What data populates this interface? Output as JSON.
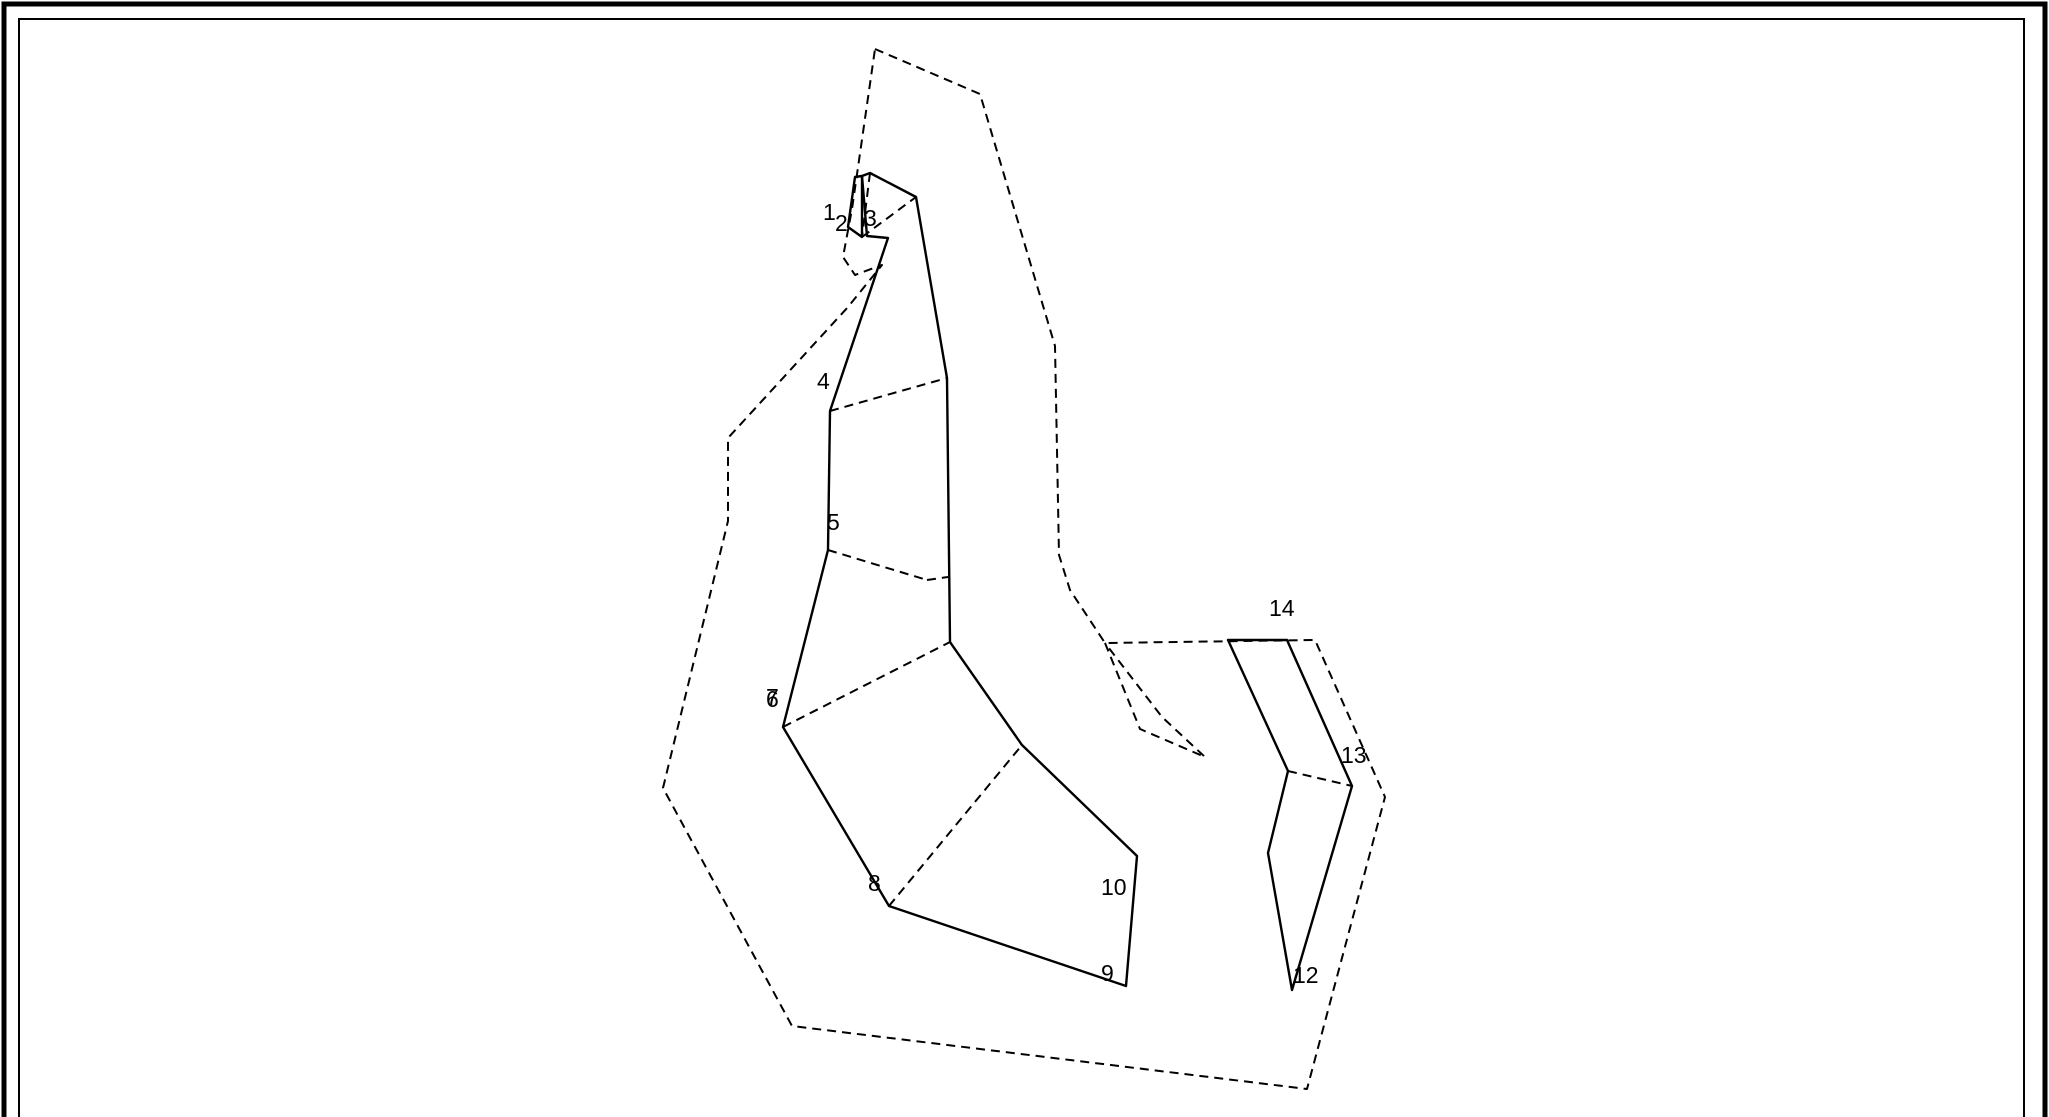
{
  "diagram": {
    "stroke_color": "#000000",
    "background": "#ffffff",
    "point_labels": [
      "1",
      "2",
      "3",
      "4",
      "5",
      "6",
      "7",
      "8",
      "9",
      "10",
      "12",
      "13",
      "14"
    ]
  }
}
